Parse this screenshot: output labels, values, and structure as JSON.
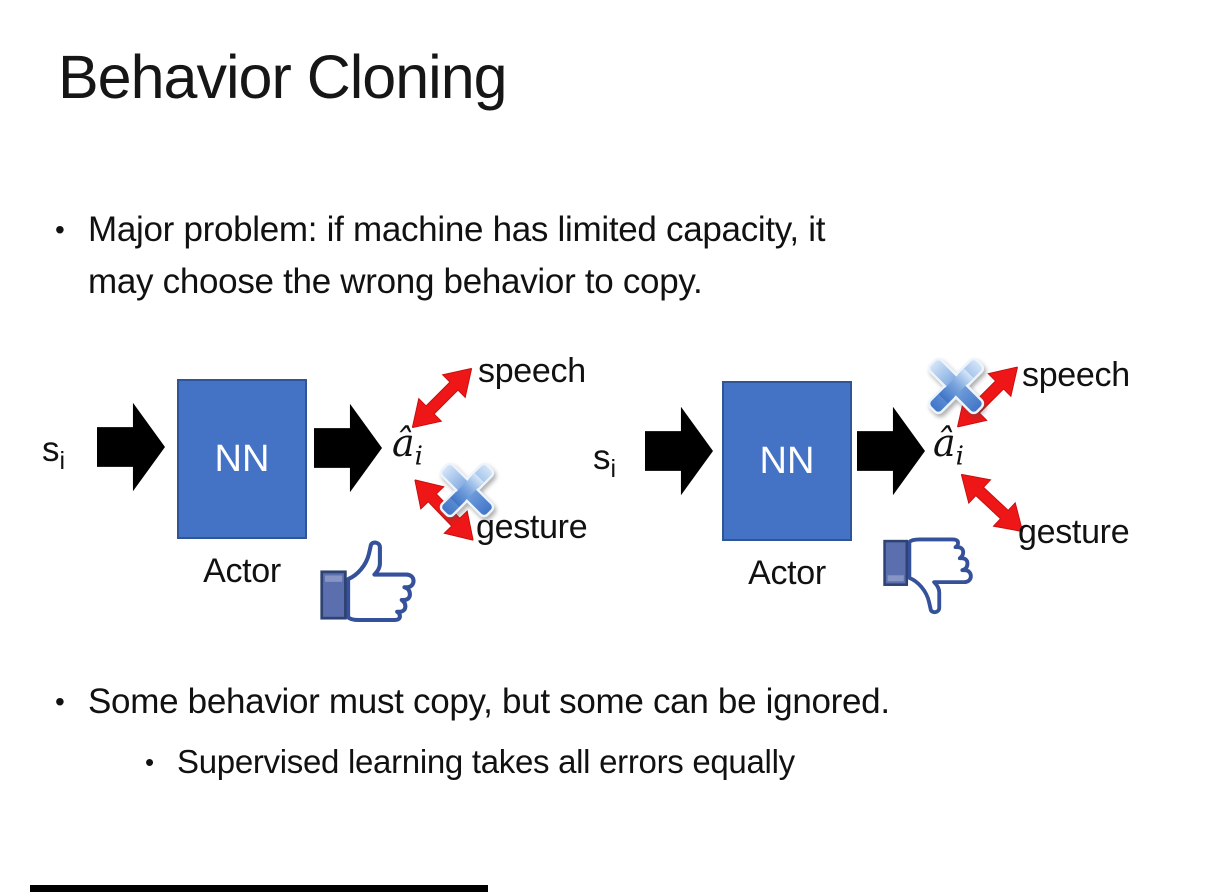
{
  "slide": {
    "title": "Behavior Cloning",
    "bullets": {
      "major_problem": {
        "marker": "•",
        "lines": {
          "0": "Major problem: if machine has limited capacity, it",
          "1": "may choose the wrong behavior to copy."
        }
      },
      "some_behavior": {
        "marker": "•",
        "text": "Some behavior must copy, but some can be ignored."
      },
      "supervised": {
        "marker": "•",
        "text": "Supervised learning takes all errors equally"
      }
    },
    "diagram": {
      "left": {
        "input": {
          "main": "s",
          "sub": "i"
        },
        "nn_label": "NN",
        "actor_label": "Actor",
        "output": {
          "main": "â",
          "sub": "i"
        },
        "speech_label": "speech",
        "gesture_label": "gesture",
        "crossed_out_behavior": "gesture",
        "feedback_icon": "thumbs-up"
      },
      "right": {
        "input": {
          "main": "s",
          "sub": "i"
        },
        "nn_label": "NN",
        "actor_label": "Actor",
        "output": {
          "main": "â",
          "sub": "i"
        },
        "speech_label": "speech",
        "gesture_label": "gesture",
        "crossed_out_behavior": "speech",
        "feedback_icon": "thumbs-down"
      }
    },
    "icons": {
      "block_arrow": "black-block-arrow-right-icon",
      "double_arrow": "red-double-headed-arrow-icon",
      "cross": "blue-cross-x-icon",
      "thumbs_up": "thumbs-up-icon",
      "thumbs_down": "thumbs-down-icon"
    },
    "colors": {
      "background": "#FFFFFF",
      "text": "#111111",
      "nn_box_fill": "#4472C4",
      "nn_box_border": "#2F5597",
      "nn_text": "#FFFFFF",
      "arrow_black": "#000000",
      "arrow_red": "#EE1616",
      "cross_blue_light": "#D6E6F8",
      "cross_blue_dark": "#3F74C7",
      "thumb_outline_navy": "#36519C",
      "thumb_cuff_blue": "#5B6FAE"
    }
  }
}
